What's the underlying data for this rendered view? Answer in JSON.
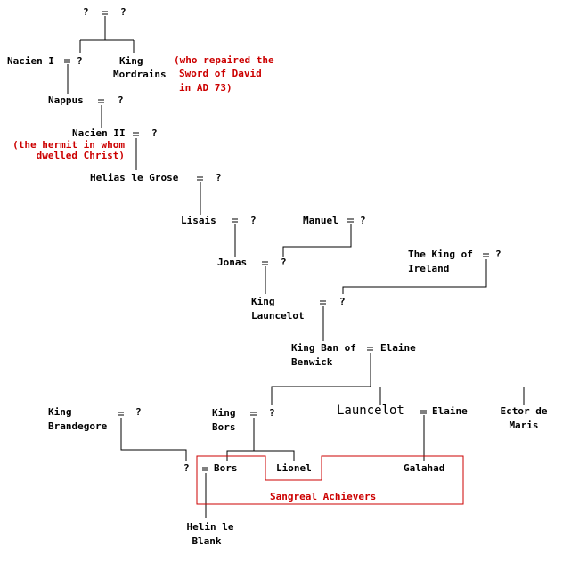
{
  "colors": {
    "line": "#000000",
    "note": "#cc0000",
    "box": "#cc0000"
  },
  "people": {
    "unknown": "?",
    "nacien1": "Nacien I",
    "mordrains1": "King",
    "mordrains2": "Mordrains",
    "nappus": "Nappus",
    "nacien2": "Nacien II",
    "helias": "Helias le Grose",
    "lisais": "Lisais",
    "manuel": "Manuel",
    "jonas": "Jonas",
    "ireland1": "The King of",
    "ireland2": "Ireland",
    "launcelot_king1": "King",
    "launcelot_king2": "Launcelot",
    "ban1": "King Ban of",
    "ban2": "Benwick",
    "elaine": "Elaine",
    "brandegore1": "King",
    "brandegore2": "Brandegore",
    "bors_king1": "King",
    "bors_king2": "Bors",
    "launcelot": "Launcelot",
    "ector1": "Ector de",
    "ector2": "Maris",
    "bors": "Bors",
    "lionel": "Lionel",
    "galahad": "Galahad",
    "helin1": "Helin le",
    "helin2": "Blank"
  },
  "notes": {
    "sword1": "(who repaired the",
    "sword2": "Sword of David",
    "sword3": "in AD 73)",
    "hermit1": "(the hermit in whom",
    "hermit2": "dwelled Christ)"
  },
  "group_label": "Sangreal Achievers"
}
